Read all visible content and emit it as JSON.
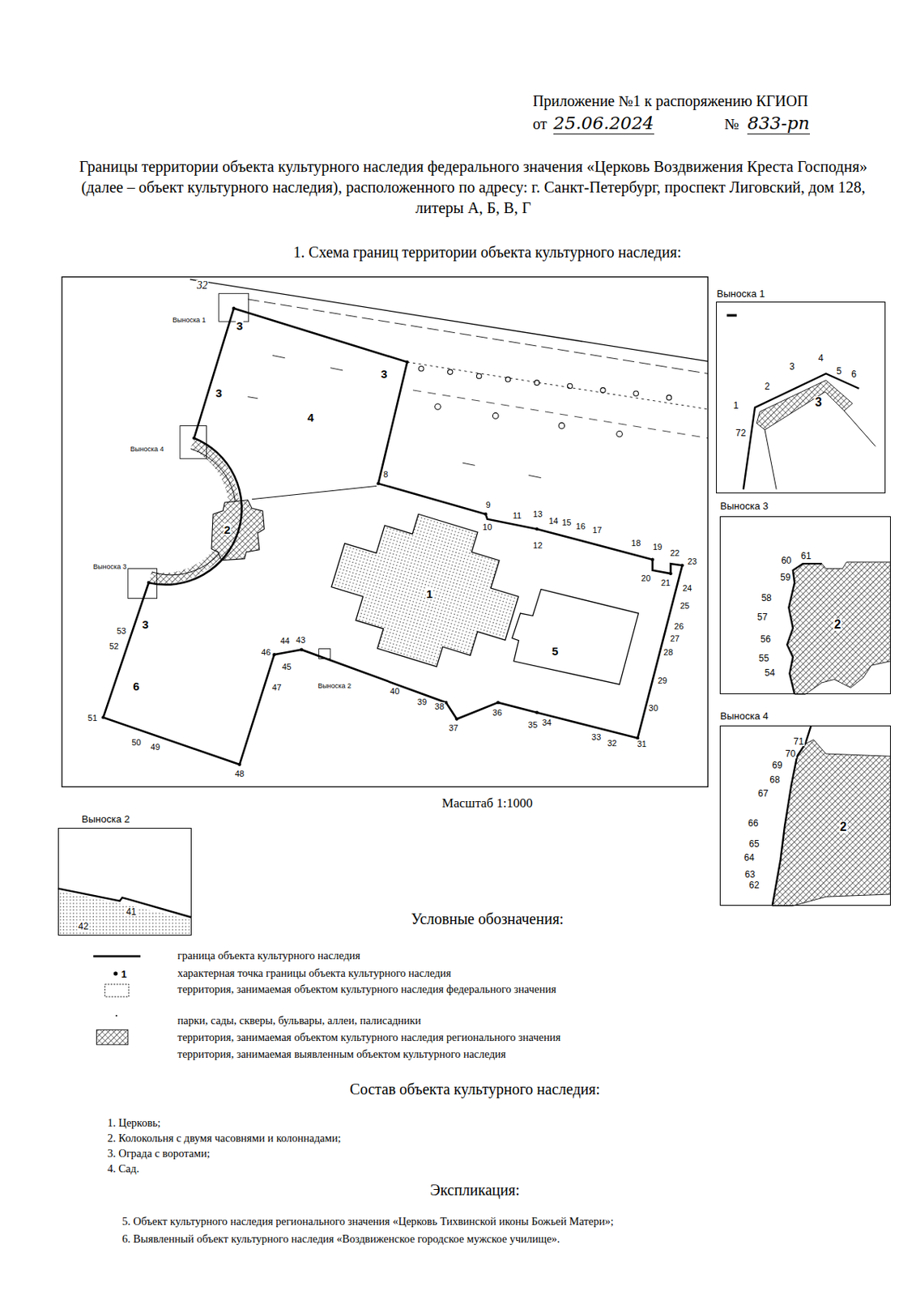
{
  "diagram": {
    "title": "Границы территории объекта культурного наследия федерального значения «Церковь Воздвижения Креста Господня» (далее – объект культурного наследия), расположенного по адресу: г. Санкт-Петербург, проспект Лиговский, дом 128, литеры А, Б, В, Г",
    "nodes": [
      {
        "text": [
          "Выноска 1",
          "1",
          "2",
          "3",
          "4",
          "5",
          "6",
          "72",
          "3"
        ]
      },
      {
        "text": [
          "Выноска 3",
          "60",
          "61",
          "59",
          "58",
          "57",
          "56",
          "55",
          "54",
          "2"
        ]
      },
      {
        "text": [
          "Выноска 4",
          "71",
          "70",
          "69",
          "68",
          "67",
          "66",
          "65",
          "64",
          "63",
          "62",
          "2"
        ]
      },
      {
        "text": [
          "Выноска 2",
          "41",
          "42"
        ]
      }
    ],
    "labels": [
      "Приложение №1 к распоряжению КГИОП",
      "от",
      "25.06.2024",
      "№",
      "833-рп",
      "1. Схема границ территории объекта культурного наследия:",
      "32",
      "Выноска 1",
      "3",
      "3",
      "3",
      "4",
      "Выноска 4",
      "2",
      "Выноска 3",
      "1",
      "3",
      "5",
      "Выноска 2",
      "6",
      "8",
      "9",
      "10",
      "11",
      "12",
      "13",
      "14",
      "15",
      "16",
      "17",
      "18",
      "19",
      "20",
      "21",
      "22",
      "23",
      "24",
      "25",
      "26",
      "27",
      "28",
      "29",
      "30",
      "31",
      "32",
      "33",
      "34",
      "35",
      "36",
      "37",
      "38",
      "39",
      "40",
      "43",
      "44",
      "45",
      "46",
      "47",
      "48",
      "49",
      "50",
      "51",
      "52",
      "53",
      "Масштаб 1:1000",
      "Условные обозначения:",
      "1",
      "Состав объекта культурного наследия:",
      "1. Церковь;",
      "2. Колокольня с двумя часовнями и колоннадами;",
      "3. Ограда с воротами;",
      "4. Сад.",
      "Экспликация:",
      "5. Объект культурного наследия регионального значения «Церковь Тихвинской иконы Божьей Матери»;",
      "6. Выявленный объект культурного наследия «Воздвиженское городское мужское училище»."
    ],
    "legend": [
      {
        "text": "граница объекта культурного наследия"
      },
      {
        "text": "характерная точка границы объекта культурного наследия"
      },
      {
        "text": "территория, занимаемая объектом культурного наследия федерального значения"
      },
      {
        "text": "парки, сады, скверы, бульвары, аллеи, палисадники"
      },
      {
        "text": "территория, занимаемая объектом культурного наследия регионального значения"
      },
      {
        "text": "территория, занимаемая выявленным объектом культурного наследия"
      }
    ]
  }
}
